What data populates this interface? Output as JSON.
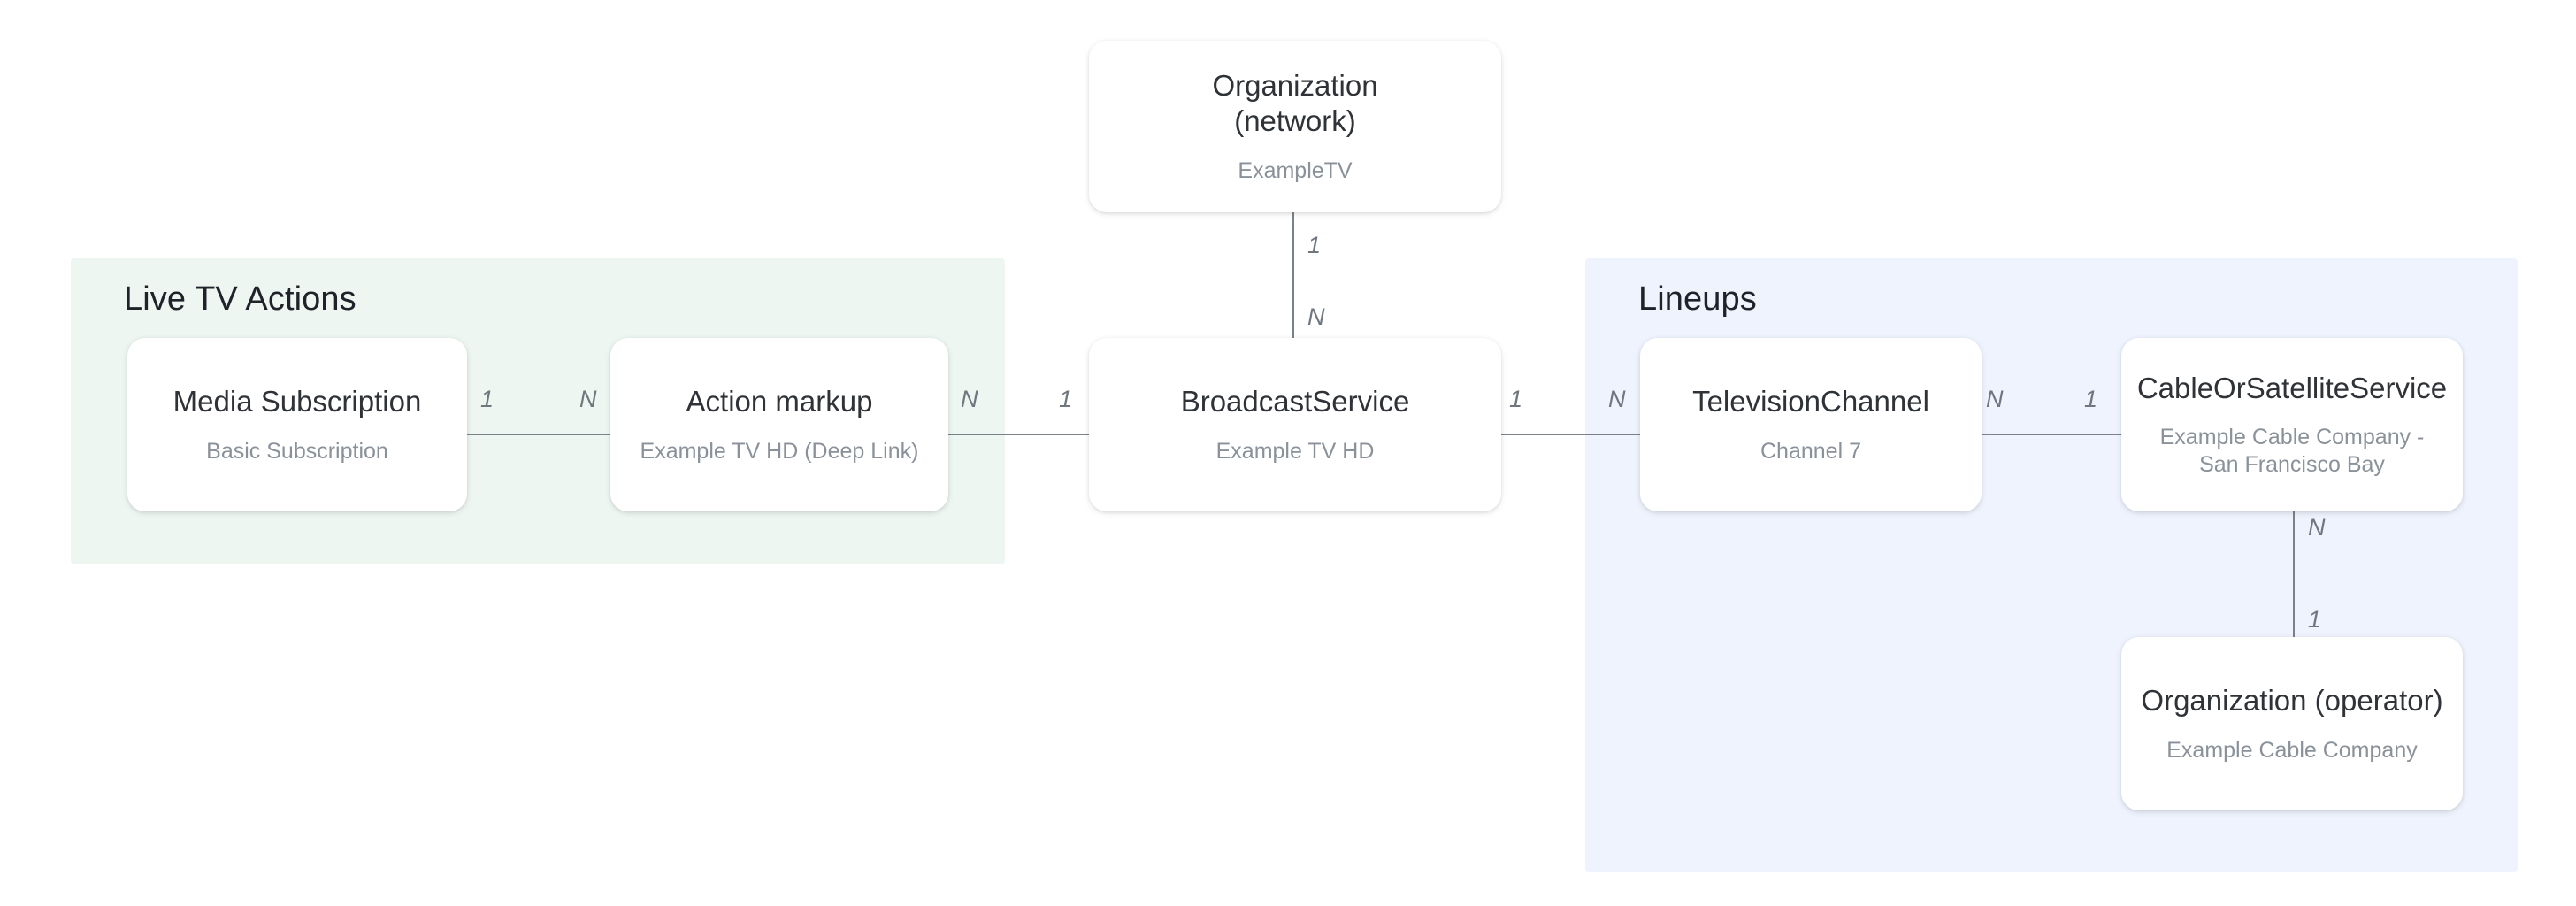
{
  "diagram": {
    "title_hidden": "",
    "groups": [
      {
        "id": "live-tv-actions",
        "label": "Live TV Actions",
        "color": "#edf6f1"
      },
      {
        "id": "lineups",
        "label": "Lineups",
        "color": "#eef3fd"
      }
    ],
    "nodes": [
      {
        "id": "organization-network",
        "title": "Organization\n(network)",
        "subtitle": "ExampleTV"
      },
      {
        "id": "media-subscription",
        "title": "Media Subscription",
        "subtitle": "Basic Subscription"
      },
      {
        "id": "action-markup",
        "title": "Action markup",
        "subtitle": "Example TV HD (Deep Link)"
      },
      {
        "id": "broadcast-service",
        "title": "BroadcastService",
        "subtitle": "Example TV HD"
      },
      {
        "id": "television-channel",
        "title": "TelevisionChannel",
        "subtitle": "Channel 7"
      },
      {
        "id": "cable-or-satellite-service",
        "title": "CableOrSatelliteService",
        "subtitle": "Example Cable Company -\nSan Francisco Bay"
      },
      {
        "id": "organization-operator",
        "title": "Organization (operator)",
        "subtitle": "Example Cable Company"
      }
    ],
    "edges": [
      {
        "id": "media-subscription--action-markup",
        "from": "media-subscription",
        "to": "action-markup",
        "from_cardinality": "1",
        "to_cardinality": "N",
        "orientation": "horizontal"
      },
      {
        "id": "action-markup--broadcast-service",
        "from": "action-markup",
        "to": "broadcast-service",
        "from_cardinality": "N",
        "to_cardinality": "1",
        "orientation": "horizontal"
      },
      {
        "id": "organization-network--broadcast-service",
        "from": "organization-network",
        "to": "broadcast-service",
        "from_cardinality": "1",
        "to_cardinality": "N",
        "orientation": "vertical"
      },
      {
        "id": "broadcast-service--television-channel",
        "from": "broadcast-service",
        "to": "television-channel",
        "from_cardinality": "1",
        "to_cardinality": "N",
        "orientation": "horizontal"
      },
      {
        "id": "television-channel--cable-or-satellite-service",
        "from": "television-channel",
        "to": "cable-or-satellite-service",
        "from_cardinality": "N",
        "to_cardinality": "1",
        "orientation": "horizontal"
      },
      {
        "id": "cable-or-satellite-service--organization-operator",
        "from": "cable-or-satellite-service",
        "to": "organization-operator",
        "from_cardinality": "N",
        "to_cardinality": "1",
        "orientation": "vertical"
      }
    ]
  }
}
